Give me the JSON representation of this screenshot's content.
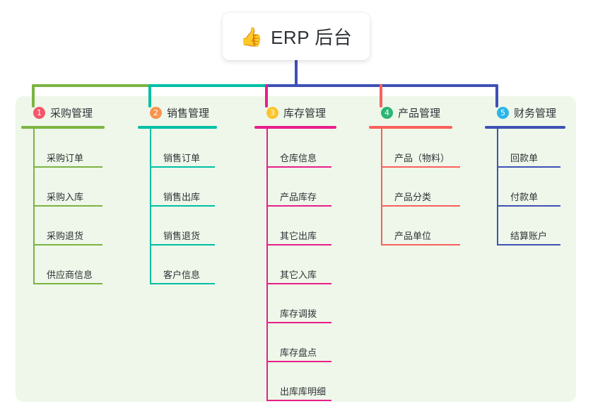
{
  "root": {
    "icon": "thumbs-up-icon",
    "emoji": "👍",
    "title": "ERP 后台"
  },
  "panel": {
    "background": "#eef7e9"
  },
  "colors": {
    "green": "#7cb342",
    "teal": "#00bfa5",
    "pink": "#e91e8c",
    "red": "#f9615c",
    "blue": "#3f51b5",
    "root_stem": "#3f51b5",
    "badge1": "#f4566a",
    "badge2": "#f7944d",
    "badge3": "#fcc42c",
    "badge4": "#2bb673",
    "badge5": "#29b6e8"
  },
  "columns": [
    {
      "number": "1",
      "title": "采购管理",
      "badge_color": "#f4566a",
      "line_color": "#7cb342",
      "children": [
        "采购订单",
        "采购入库",
        "采购退货",
        "供应商信息"
      ]
    },
    {
      "number": "2",
      "title": "销售管理",
      "badge_color": "#f7944d",
      "line_color": "#00bfa5",
      "children": [
        "销售订单",
        "销售出库",
        "销售退货",
        "客户信息"
      ]
    },
    {
      "number": "3",
      "title": "库存管理",
      "badge_color": "#fcc42c",
      "line_color": "#e91e8c",
      "children": [
        "仓库信息",
        "产品库存",
        "其它出库",
        "其它入库",
        "库存调拨",
        "库存盘点",
        "出库库明细"
      ]
    },
    {
      "number": "4",
      "title": "产品管理",
      "badge_color": "#2bb673",
      "line_color": "#f9615c",
      "children": [
        "产品（物料）",
        "产品分类",
        "产品单位"
      ]
    },
    {
      "number": "5",
      "title": "财务管理",
      "badge_color": "#29b6e8",
      "line_color": "#3f51b5",
      "children": [
        "回款单",
        "付款单",
        "结算账户"
      ]
    }
  ]
}
